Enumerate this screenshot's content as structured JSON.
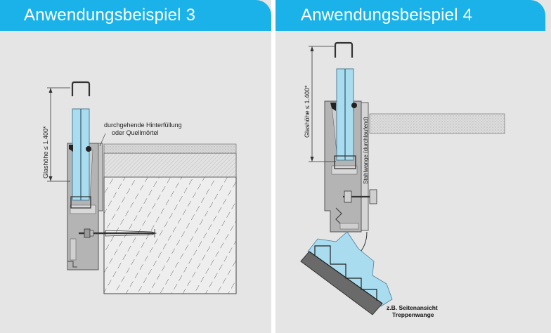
{
  "panels": {
    "left": {
      "title": "Anwendungsbeispiel 3",
      "dim_label": "Glashöhe ≤ 1.400*",
      "callout_line1": "durchgehende Hinterfüllung",
      "callout_line2": "oder Quellmörtel"
    },
    "right": {
      "title": "Anwendungsbeispiel 4",
      "dim_label": "Glashöhe ≤ 1.400*",
      "stringer_label": "Stahlwange (durchlaufend)",
      "note_line1": "z.B. Seitenansicht",
      "note_line2": "Treppenwange"
    }
  },
  "colors": {
    "header": "#1ab2e8",
    "panel_bg": "#e5e5e5",
    "glass": "#aadcf0",
    "aluminium": "#b4b4b4"
  }
}
